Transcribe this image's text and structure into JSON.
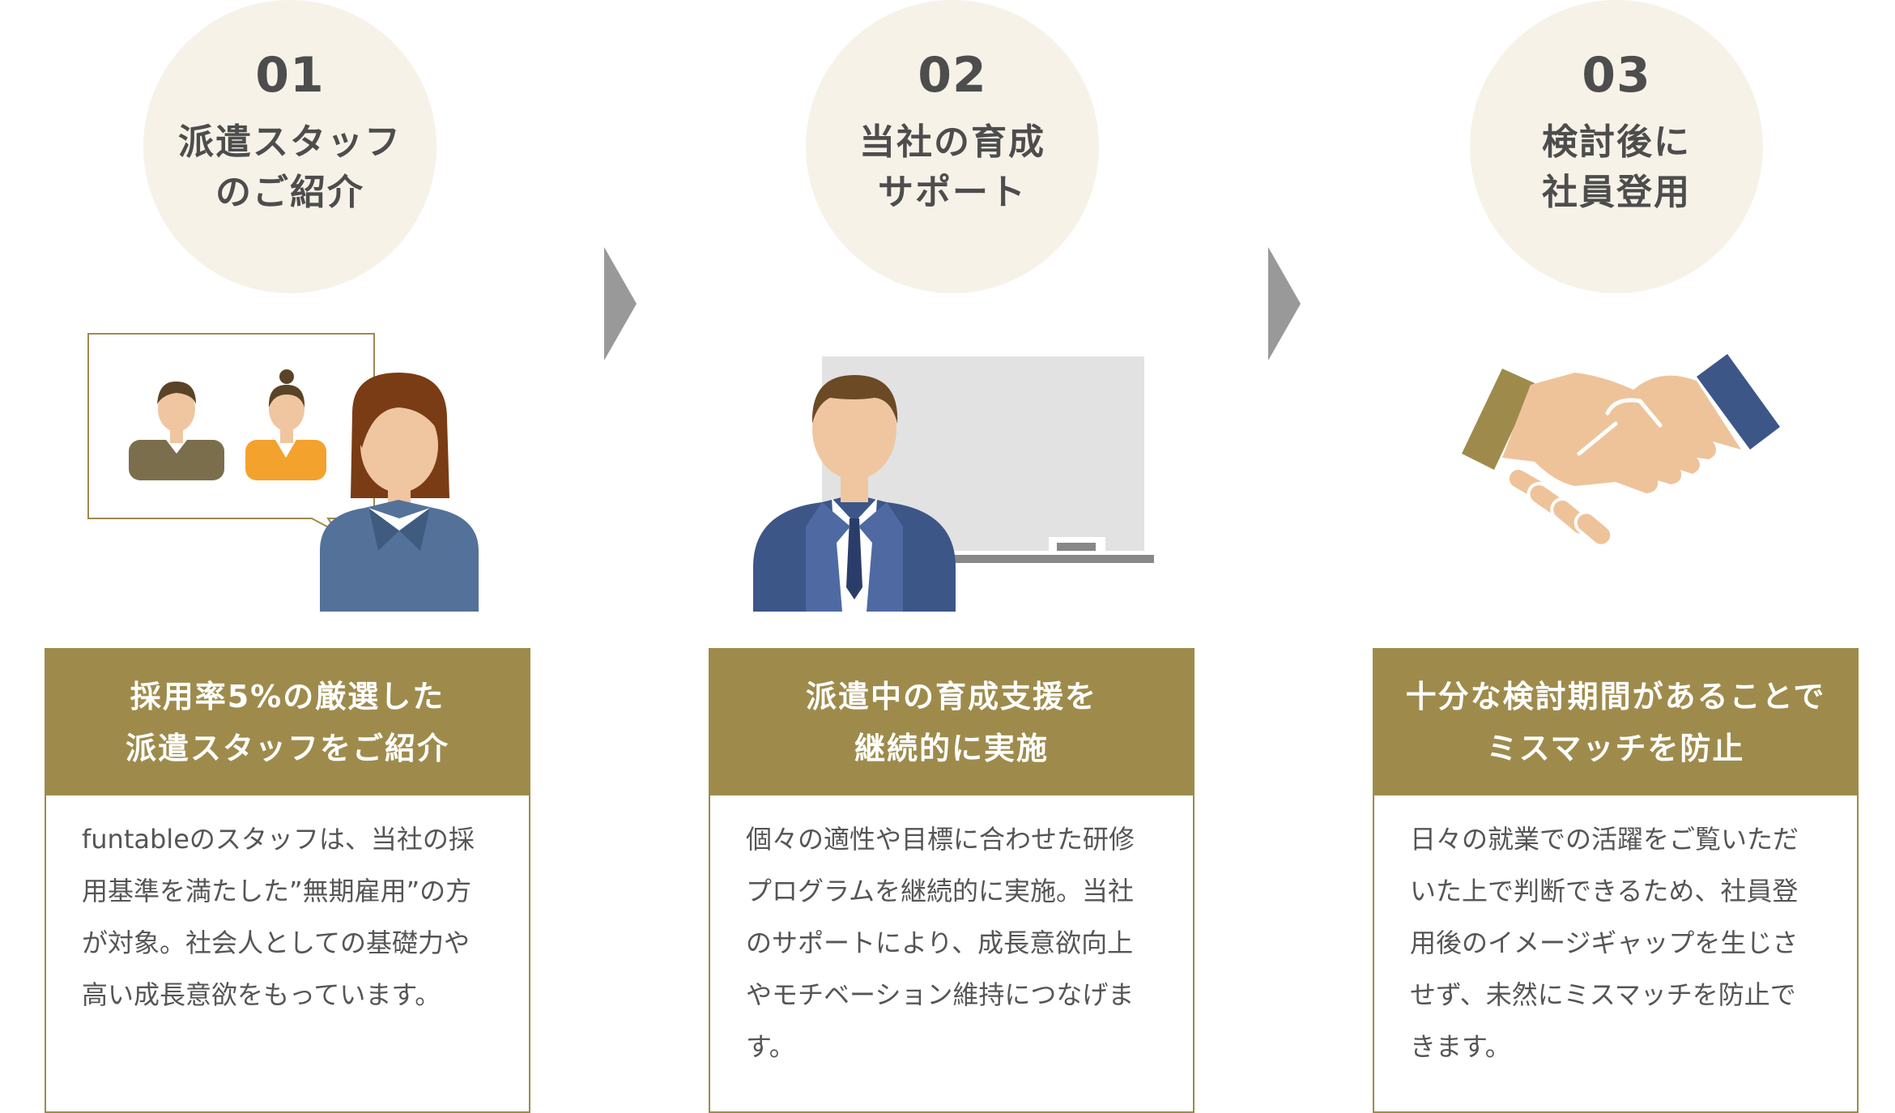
{
  "steps": [
    {
      "number": "01",
      "circle_title": [
        "派遣スタッフ",
        "のご紹介"
      ],
      "card_title": [
        "採用率5%の厳選した",
        "派遣スタッフをご紹介"
      ],
      "card_body": [
        "funtableのスタッフは、当社の採",
        "用基準を満たした”無期雇用”の方",
        "が対象。社会人としての基礎力や",
        "高い成長意欲をもっています。"
      ],
      "illustration": "staff-introduction-illustration"
    },
    {
      "number": "02",
      "circle_title": [
        "当社の育成",
        "サポート"
      ],
      "card_title": [
        "派遣中の育成支援を",
        "継続的に実施"
      ],
      "card_body": [
        "個々の適性や目標に合わせた研修",
        "プログラムを継続的に実施。当社",
        "のサポートにより、成長意欲向上",
        "やモチベーション維持につなげま",
        "す。"
      ],
      "illustration": "trainer-whiteboard-illustration"
    },
    {
      "number": "03",
      "circle_title": [
        "検討後に",
        "社員登用"
      ],
      "card_title": [
        "十分な検討期間があることで",
        "ミスマッチを防止"
      ],
      "card_body": [
        "日々の就業での活躍をご覧いただ",
        "いた上で判断できるため、社員登",
        "用後のイメージギャップを生じさ",
        "せず、未然にミスマッチを防止で",
        "きます。"
      ],
      "illustration": "handshake-illustration"
    }
  ],
  "colors": {
    "accent": "#9e8b4c",
    "circle_bg": "#f7f2e8",
    "arrow": "#999999"
  }
}
